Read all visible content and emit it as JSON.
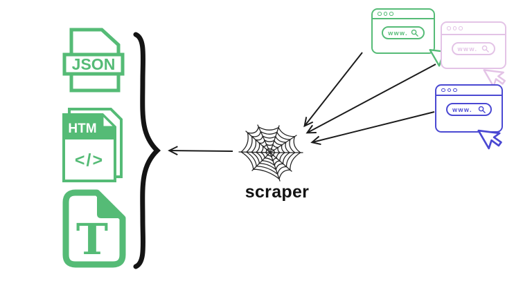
{
  "diagram": {
    "title_label": "scraper",
    "colors": {
      "file_green": "#55bb76",
      "browser_blue": "#4a48d2",
      "browser_pink": "#e3c3e6",
      "browser_green": "#55bb76",
      "ink_black": "#1b1b1b"
    }
  },
  "outputs": {
    "json_file": {
      "label": "JSON"
    },
    "html_file": {
      "label": "HTM",
      "code": "</>"
    },
    "text_file": {
      "letter": "T"
    }
  },
  "browsers": {
    "windows": [
      {
        "id": "green-browser",
        "address": "www."
      },
      {
        "id": "pink-browser",
        "address": "www."
      },
      {
        "id": "blue-browser",
        "address": "www."
      }
    ]
  }
}
